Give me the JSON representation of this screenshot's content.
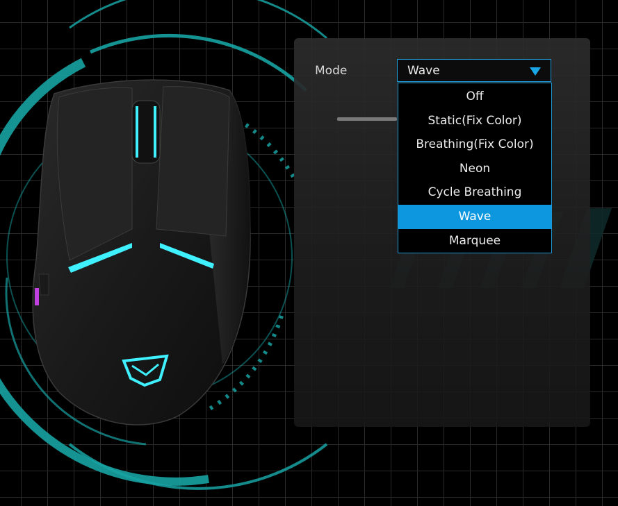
{
  "app": {
    "background": "#000000",
    "accent": "#0d97df",
    "ring_color": "#17a2a2",
    "led_color": "#3ff0ff"
  },
  "lighting": {
    "mode_label": "Mode",
    "selected_mode": "Wave",
    "options": [
      "Off",
      "Static(Fix Color)",
      "Breathing(Fix Color)",
      "Neon",
      "Cycle Breathing",
      "Wave",
      "Marquee"
    ],
    "highlighted_index": 5
  },
  "icons": {
    "dropdown": "caret-down-icon",
    "logo": "brand-logo"
  }
}
